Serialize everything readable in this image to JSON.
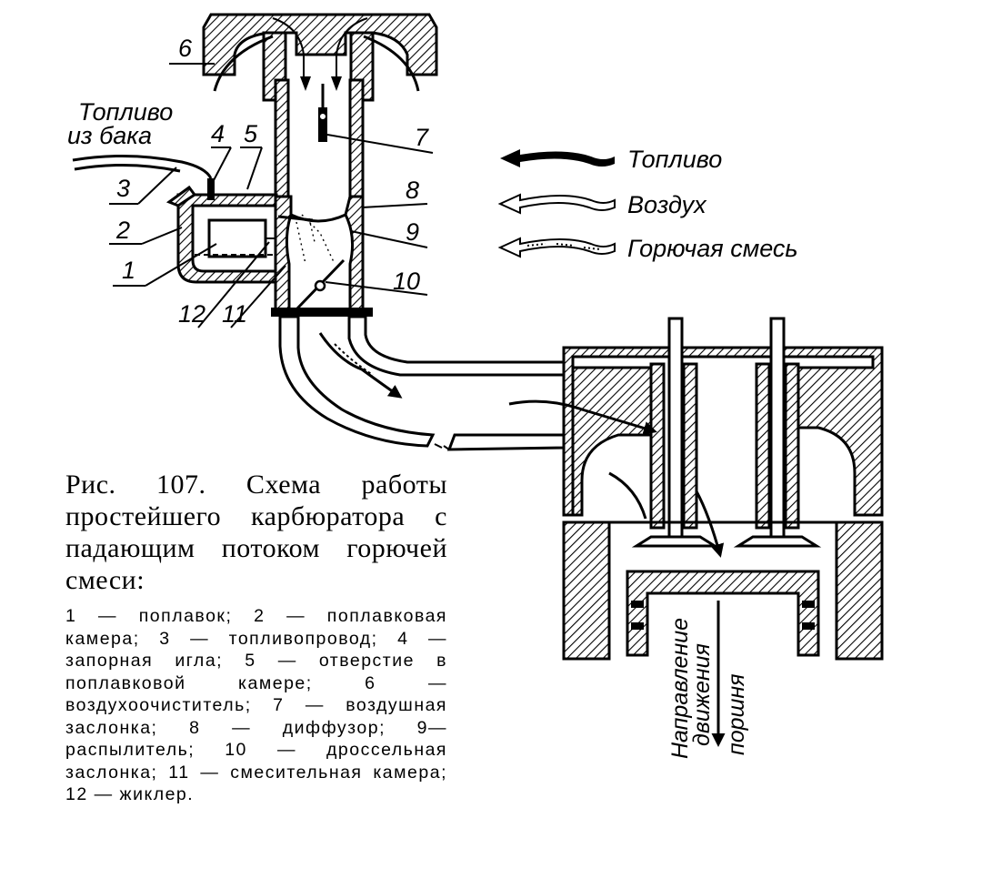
{
  "fuel_source_label": [
    "Топливо",
    "из бака"
  ],
  "part_numbers": [
    "1",
    "2",
    "3",
    "4",
    "5",
    "6",
    "7",
    "8",
    "9",
    "10",
    "11",
    "12"
  ],
  "legend": [
    {
      "label": "Топливо",
      "style": "solid"
    },
    {
      "label": "Воздух",
      "style": "outline"
    },
    {
      "label": "Горючая смесь",
      "style": "dotted"
    }
  ],
  "piston_direction_label": [
    "Направление",
    "движения",
    "поршня"
  ],
  "caption": {
    "title": "Рис. 107. Схема работы простейшего карбюратора с падающим потоком горючей смеси:",
    "body": "1 — поплавок; 2 — поплавковая камера; 3 — топливопровод; 4 — запорная игла; 5 — отверстие в поплавковой камере; 6 — воздухоочиститель; 7 — воздушная заслонка; 8 — диффузор; 9— распылитель; 10 — дроссельная заслонка; 11 — смесительная камера; 12 — жиклер."
  }
}
